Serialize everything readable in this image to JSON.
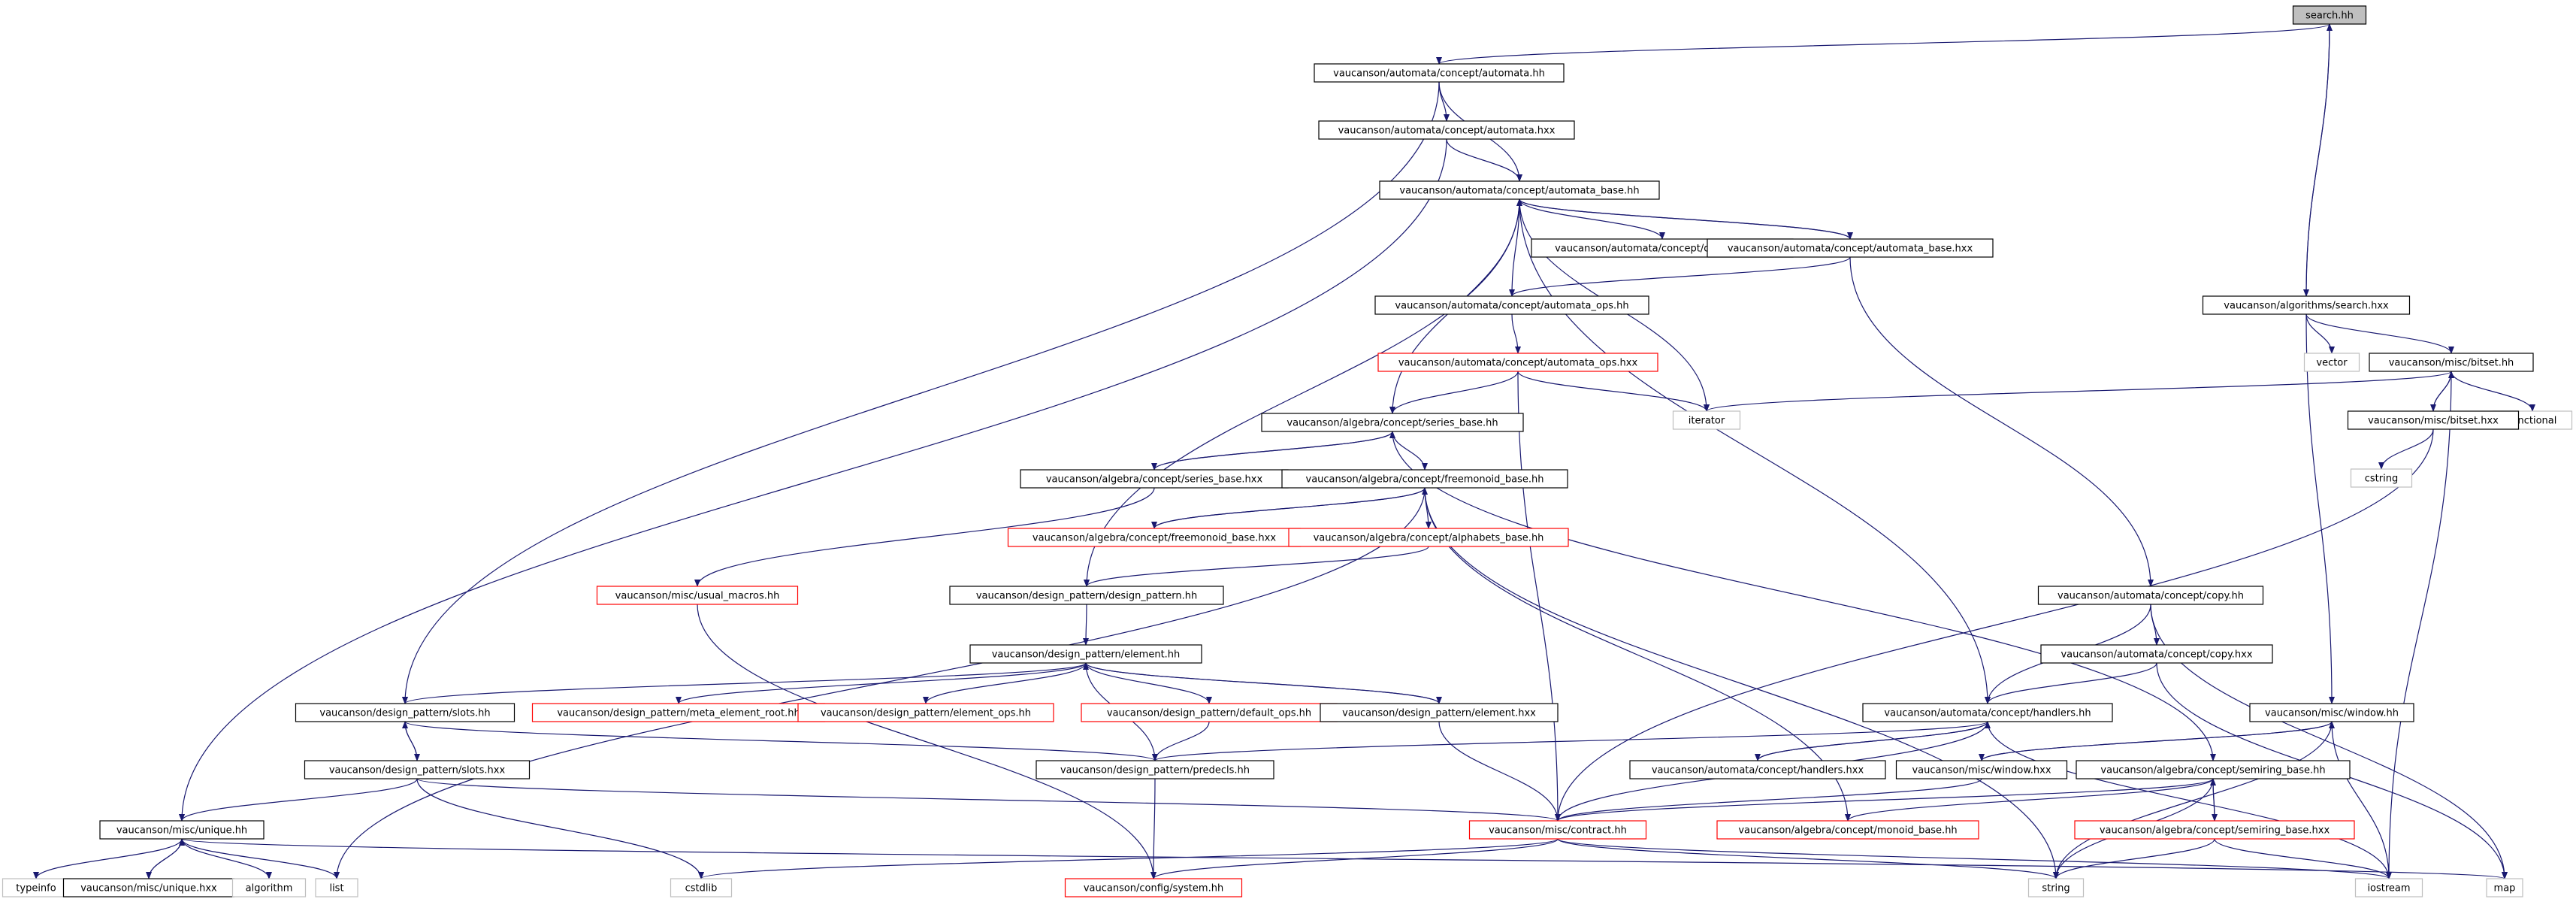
{
  "colors": {
    "edge": "#191970",
    "node_border": "#000000",
    "node_red_border": "#ff0000",
    "node_grey_border": "#bfbfbf",
    "root_fill": "#bfbfbf",
    "text": "#000000"
  },
  "nodes": [
    {
      "id": "search_hh",
      "label": "search.hh",
      "style": "root"
    },
    {
      "id": "automata_hh",
      "label": "vaucanson/automata/concept/automata.hh",
      "style": "black"
    },
    {
      "id": "automata_hxx",
      "label": "vaucanson/automata/concept/automata.hxx",
      "style": "black"
    },
    {
      "id": "automata_base_hh",
      "label": "vaucanson/automata/concept/automata_base.hh",
      "style": "black"
    },
    {
      "id": "delta_kind_hh",
      "label": "vaucanson/automata/concept/delta_kind.hh",
      "style": "black"
    },
    {
      "id": "automata_base_hxx",
      "label": "vaucanson/automata/concept/automata_base.hxx",
      "style": "black"
    },
    {
      "id": "automata_ops_hh",
      "label": "vaucanson/automata/concept/automata_ops.hh",
      "style": "black"
    },
    {
      "id": "automata_ops_hxx",
      "label": "vaucanson/automata/concept/automata_ops.hxx",
      "style": "red"
    },
    {
      "id": "alg_search_hxx",
      "label": "vaucanson/algorithms/search.hxx",
      "style": "black"
    },
    {
      "id": "vector",
      "label": "vector",
      "style": "grey"
    },
    {
      "id": "bitset_hh",
      "label": "vaucanson/misc/bitset.hh",
      "style": "black"
    },
    {
      "id": "functional",
      "label": "functional",
      "style": "grey"
    },
    {
      "id": "bitset_hxx",
      "label": "vaucanson/misc/bitset.hxx",
      "style": "black"
    },
    {
      "id": "cstring",
      "label": "cstring",
      "style": "grey"
    },
    {
      "id": "iterator",
      "label": "iterator",
      "style": "grey"
    },
    {
      "id": "series_base_hh",
      "label": "vaucanson/algebra/concept/series_base.hh",
      "style": "black"
    },
    {
      "id": "series_base_hxx",
      "label": "vaucanson/algebra/concept/series_base.hxx",
      "style": "black"
    },
    {
      "id": "freemonoid_base_hh",
      "label": "vaucanson/algebra/concept/freemonoid_base.hh",
      "style": "black"
    },
    {
      "id": "freemonoid_base_hxx",
      "label": "vaucanson/algebra/concept/freemonoid_base.hxx",
      "style": "red"
    },
    {
      "id": "alphabets_base_hh",
      "label": "vaucanson/algebra/concept/alphabets_base.hh",
      "style": "red"
    },
    {
      "id": "usual_macros_hh",
      "label": "vaucanson/misc/usual_macros.hh",
      "style": "red"
    },
    {
      "id": "design_pattern_hh",
      "label": "vaucanson/design_pattern/design_pattern.hh",
      "style": "black"
    },
    {
      "id": "copy_hh",
      "label": "vaucanson/automata/concept/copy.hh",
      "style": "black"
    },
    {
      "id": "copy_hxx",
      "label": "vaucanson/automata/concept/copy.hxx",
      "style": "black"
    },
    {
      "id": "element_hh",
      "label": "vaucanson/design_pattern/element.hh",
      "style": "black"
    },
    {
      "id": "slots_hh",
      "label": "vaucanson/design_pattern/slots.hh",
      "style": "black"
    },
    {
      "id": "meta_element_root_hh",
      "label": "vaucanson/design_pattern/meta_element_root.hh",
      "style": "red"
    },
    {
      "id": "element_ops_hh",
      "label": "vaucanson/design_pattern/element_ops.hh",
      "style": "red"
    },
    {
      "id": "default_ops_hh",
      "label": "vaucanson/design_pattern/default_ops.hh",
      "style": "red"
    },
    {
      "id": "element_hxx",
      "label": "vaucanson/design_pattern/element.hxx",
      "style": "black"
    },
    {
      "id": "handlers_hh",
      "label": "vaucanson/automata/concept/handlers.hh",
      "style": "black"
    },
    {
      "id": "window_hh",
      "label": "vaucanson/misc/window.hh",
      "style": "black"
    },
    {
      "id": "slots_hxx",
      "label": "vaucanson/design_pattern/slots.hxx",
      "style": "black"
    },
    {
      "id": "predecls_hh",
      "label": "vaucanson/design_pattern/predecls.hh",
      "style": "black"
    },
    {
      "id": "handlers_hxx",
      "label": "vaucanson/automata/concept/handlers.hxx",
      "style": "black"
    },
    {
      "id": "window_hxx",
      "label": "vaucanson/misc/window.hxx",
      "style": "black"
    },
    {
      "id": "semiring_base_hh",
      "label": "vaucanson/algebra/concept/semiring_base.hh",
      "style": "black"
    },
    {
      "id": "unique_hh",
      "label": "vaucanson/misc/unique.hh",
      "style": "black"
    },
    {
      "id": "contract_hh",
      "label": "vaucanson/misc/contract.hh",
      "style": "red"
    },
    {
      "id": "monoid_base_hh",
      "label": "vaucanson/algebra/concept/monoid_base.hh",
      "style": "red"
    },
    {
      "id": "semiring_base_hxx",
      "label": "vaucanson/algebra/concept/semiring_base.hxx",
      "style": "red"
    },
    {
      "id": "typeinfo",
      "label": "typeinfo",
      "style": "grey"
    },
    {
      "id": "unique_hxx",
      "label": "vaucanson/misc/unique.hxx",
      "style": "black"
    },
    {
      "id": "algorithm",
      "label": "algorithm",
      "style": "grey"
    },
    {
      "id": "list",
      "label": "list",
      "style": "grey"
    },
    {
      "id": "cstdlib",
      "label": "cstdlib",
      "style": "grey"
    },
    {
      "id": "system_hh",
      "label": "vaucanson/config/system.hh",
      "style": "red"
    },
    {
      "id": "string",
      "label": "string",
      "style": "grey"
    },
    {
      "id": "iostream",
      "label": "iostream",
      "style": "grey"
    },
    {
      "id": "map",
      "label": "map",
      "style": "grey"
    }
  ],
  "edges": [
    [
      "search_hh",
      "automata_hh"
    ],
    [
      "search_hh",
      "alg_search_hxx"
    ],
    [
      "alg_search_hxx",
      "search_hh"
    ],
    [
      "automata_hh",
      "automata_hxx"
    ],
    [
      "automata_hh",
      "automata_base_hh"
    ],
    [
      "automata_hh",
      "slots_hh"
    ],
    [
      "automata_hxx",
      "automata_base_hh"
    ],
    [
      "automata_hxx",
      "unique_hh"
    ],
    [
      "automata_base_hh",
      "delta_kind_hh"
    ],
    [
      "automata_base_hh",
      "automata_base_hxx"
    ],
    [
      "automata_base_hxx",
      "automata_base_hh"
    ],
    [
      "automata_base_hh",
      "iterator"
    ],
    [
      "automata_base_hh",
      "series_base_hh"
    ],
    [
      "automata_base_hh",
      "design_pattern_hh"
    ],
    [
      "automata_base_hh",
      "handlers_hh"
    ],
    [
      "automata_base_hxx",
      "automata_ops_hh"
    ],
    [
      "automata_base_hxx",
      "copy_hh"
    ],
    [
      "automata_ops_hh",
      "automata_base_hh"
    ],
    [
      "automata_ops_hh",
      "automata_ops_hxx"
    ],
    [
      "automata_ops_hxx",
      "series_base_hh"
    ],
    [
      "automata_ops_hxx",
      "iterator"
    ],
    [
      "automata_ops_hxx",
      "contract_hh"
    ],
    [
      "alg_search_hxx",
      "vector"
    ],
    [
      "alg_search_hxx",
      "bitset_hh"
    ],
    [
      "alg_search_hxx",
      "window_hh"
    ],
    [
      "bitset_hh",
      "iterator"
    ],
    [
      "bitset_hh",
      "functional"
    ],
    [
      "bitset_hh",
      "bitset_hxx"
    ],
    [
      "bitset_hxx",
      "bitset_hh"
    ],
    [
      "bitset_hh",
      "iostream"
    ],
    [
      "bitset_hxx",
      "cstring"
    ],
    [
      "bitset_hxx",
      "contract_hh"
    ],
    [
      "series_base_hh",
      "series_base_hxx"
    ],
    [
      "series_base_hxx",
      "series_base_hh"
    ],
    [
      "series_base_hh",
      "freemonoid_base_hh"
    ],
    [
      "series_base_hh",
      "semiring_base_hh"
    ],
    [
      "series_base_hxx",
      "usual_macros_hh"
    ],
    [
      "freemonoid_base_hh",
      "freemonoid_base_hxx"
    ],
    [
      "freemonoid_base_hxx",
      "freemonoid_base_hh"
    ],
    [
      "freemonoid_base_hh",
      "alphabets_base_hh"
    ],
    [
      "freemonoid_base_hh",
      "list"
    ],
    [
      "freemonoid_base_hh",
      "string"
    ],
    [
      "freemonoid_base_hh",
      "monoid_base_hh"
    ],
    [
      "alphabets_base_hh",
      "design_pattern_hh"
    ],
    [
      "usual_macros_hh",
      "system_hh"
    ],
    [
      "design_pattern_hh",
      "element_hh"
    ],
    [
      "element_hh",
      "slots_hh"
    ],
    [
      "element_hh",
      "meta_element_root_hh"
    ],
    [
      "element_hh",
      "element_ops_hh"
    ],
    [
      "element_hh",
      "default_ops_hh"
    ],
    [
      "element_hh",
      "element_hxx"
    ],
    [
      "element_hxx",
      "element_hh"
    ],
    [
      "element_hh",
      "predecls_hh"
    ],
    [
      "default_ops_hh",
      "predecls_hh"
    ],
    [
      "element_hxx",
      "contract_hh"
    ],
    [
      "slots_hh",
      "slots_hxx"
    ],
    [
      "slots_hxx",
      "slots_hh"
    ],
    [
      "slots_hh",
      "predecls_hh"
    ],
    [
      "slots_hxx",
      "unique_hh"
    ],
    [
      "slots_hxx",
      "cstdlib"
    ],
    [
      "slots_hxx",
      "contract_hh"
    ],
    [
      "predecls_hh",
      "system_hh"
    ],
    [
      "copy_hh",
      "copy_hxx"
    ],
    [
      "copy_hh",
      "handlers_hh"
    ],
    [
      "copy_hh",
      "map"
    ],
    [
      "copy_hxx",
      "handlers_hh"
    ],
    [
      "copy_hxx",
      "map"
    ],
    [
      "handlers_hh",
      "handlers_hxx"
    ],
    [
      "handlers_hxx",
      "handlers_hh"
    ],
    [
      "handlers_hh",
      "predecls_hh"
    ],
    [
      "handlers_hh",
      "contract_hh"
    ],
    [
      "handlers_hh",
      "iostream"
    ],
    [
      "window_hh",
      "window_hxx"
    ],
    [
      "window_hxx",
      "window_hh"
    ],
    [
      "window_hh",
      "iostream"
    ],
    [
      "window_hh",
      "string"
    ],
    [
      "window_hxx",
      "contract_hh"
    ],
    [
      "semiring_base_hh",
      "semiring_base_hxx"
    ],
    [
      "semiring_base_hxx",
      "semiring_base_hh"
    ],
    [
      "semiring_base_hh",
      "contract_hh"
    ],
    [
      "semiring_base_hh",
      "monoid_base_hh"
    ],
    [
      "semiring_base_hh",
      "string"
    ],
    [
      "semiring_base_hxx",
      "string"
    ],
    [
      "semiring_base_hxx",
      "iostream"
    ],
    [
      "unique_hh",
      "typeinfo"
    ],
    [
      "unique_hh",
      "unique_hxx"
    ],
    [
      "unique_hxx",
      "unique_hh"
    ],
    [
      "unique_hh",
      "algorithm"
    ],
    [
      "unique_hh",
      "list"
    ],
    [
      "unique_hh",
      "map"
    ],
    [
      "contract_hh",
      "cstdlib"
    ],
    [
      "contract_hh",
      "system_hh"
    ],
    [
      "contract_hh",
      "string"
    ],
    [
      "contract_hh",
      "iostream"
    ]
  ]
}
